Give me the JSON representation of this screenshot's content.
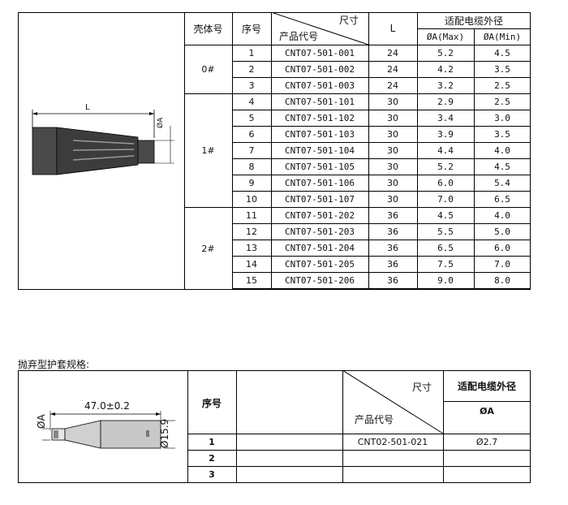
{
  "table1": {
    "headers": {
      "shell": "壳体号",
      "seq": "序号",
      "size": "尺寸",
      "product_code": "产品代号",
      "L": "L",
      "cable_od": "适配电缆外径",
      "od_max": "ØA(Max)",
      "od_min": "ØA(Min)"
    },
    "groups": [
      {
        "shell": "0#"
      },
      {
        "shell": "1#"
      },
      {
        "shell": "2#"
      }
    ],
    "rows": [
      {
        "seq": "1",
        "code": "CNT07-501-001",
        "L": "24",
        "max": "5.2",
        "min": "4.5"
      },
      {
        "seq": "2",
        "code": "CNT07-501-002",
        "L": "24",
        "max": "4.2",
        "min": "3.5"
      },
      {
        "seq": "3",
        "code": "CNT07-501-003",
        "L": "24",
        "max": "3.2",
        "min": "2.5"
      },
      {
        "seq": "4",
        "code": "CNT07-501-101",
        "L": "30",
        "max": "2.9",
        "min": "2.5"
      },
      {
        "seq": "5",
        "code": "CNT07-501-102",
        "L": "30",
        "max": "3.4",
        "min": "3.0"
      },
      {
        "seq": "6",
        "code": "CNT07-501-103",
        "L": "30",
        "max": "3.9",
        "min": "3.5"
      },
      {
        "seq": "7",
        "code": "CNT07-501-104",
        "L": "30",
        "max": "4.4",
        "min": "4.0"
      },
      {
        "seq": "8",
        "code": "CNT07-501-105",
        "L": "30",
        "max": "5.2",
        "min": "4.5"
      },
      {
        "seq": "9",
        "code": "CNT07-501-106",
        "L": "30",
        "max": "6.0",
        "min": "5.4"
      },
      {
        "seq": "10",
        "code": "CNT07-501-107",
        "L": "30",
        "max": "7.0",
        "min": "6.5"
      },
      {
        "seq": "11",
        "code": "CNT07-501-202",
        "L": "36",
        "max": "4.5",
        "min": "4.0"
      },
      {
        "seq": "12",
        "code": "CNT07-501-203",
        "L": "36",
        "max": "5.5",
        "min": "5.0"
      },
      {
        "seq": "13",
        "code": "CNT07-501-204",
        "L": "36",
        "max": "6.5",
        "min": "6.0"
      },
      {
        "seq": "14",
        "code": "CNT07-501-205",
        "L": "36",
        "max": "7.5",
        "min": "7.0"
      },
      {
        "seq": "15",
        "code": "CNT07-501-206",
        "L": "36",
        "max": "9.0",
        "min": "8.0"
      }
    ],
    "drawing": {
      "len_label": "L",
      "dia_label": "ØA"
    }
  },
  "section2": {
    "title": "抛弃型护套规格:",
    "headers": {
      "seq": "序号",
      "size": "尺寸",
      "product_code": "产品代号",
      "cable_od": "适配电缆外径",
      "od": "ØA"
    },
    "rows": [
      {
        "seq": "1",
        "code": "CNT02-501-021",
        "od": "Ø2.7"
      },
      {
        "seq": "2",
        "code": "",
        "od": ""
      },
      {
        "seq": "3",
        "code": "",
        "od": ""
      }
    ],
    "drawing": {
      "len_label": "47.0±0.2",
      "dia_label": "ØA",
      "od_label": "Ø15.9"
    }
  }
}
